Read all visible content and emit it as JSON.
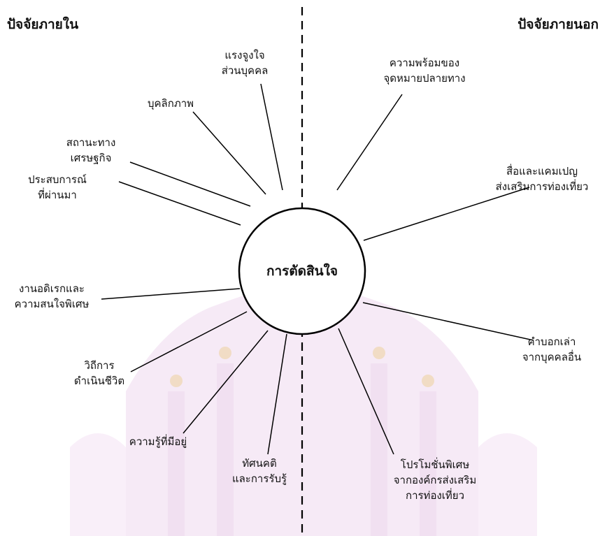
{
  "headings": {
    "internal": "ปัจจัยภายใน",
    "external": "ปัจจัยภายนอก"
  },
  "center": "การตัดสินใจ",
  "internal_factors": [
    {
      "lines": [
        "แรงจูงใจ",
        "ส่วนบุคคล"
      ]
    },
    {
      "lines": [
        "บุคลิกภาพ"
      ]
    },
    {
      "lines": [
        "สถานะทาง",
        "เศรษฐกิจ"
      ]
    },
    {
      "lines": [
        "ประสบการณ์",
        "ที่ผ่านมา"
      ]
    },
    {
      "lines": [
        "งานอดิเรกและ",
        "ความสนใจพิเศษ"
      ]
    },
    {
      "lines": [
        "วิถีการ",
        "ดำเนินชีวิต"
      ]
    },
    {
      "lines": [
        "ความรู้ที่มีอยู่"
      ]
    },
    {
      "lines": [
        "ทัศนคติ",
        "และการรับรู้"
      ]
    }
  ],
  "external_factors": [
    {
      "lines": [
        "ความพร้อมของ",
        "จุดหมายปลายทาง"
      ]
    },
    {
      "lines": [
        "สื่อและแคมเปญ",
        "ส่งเสริมการท่องเที่ยว"
      ]
    },
    {
      "lines": [
        "คำบอกเล่า",
        "จากบุคคลอื่น"
      ]
    },
    {
      "lines": [
        "โปรโมชั่นพิเศษ",
        "จากองค์กรส่งเสริม",
        "การท่องเที่ยว"
      ]
    }
  ],
  "colors": {
    "line": "#000000",
    "watermark": "#e7c9e8"
  }
}
